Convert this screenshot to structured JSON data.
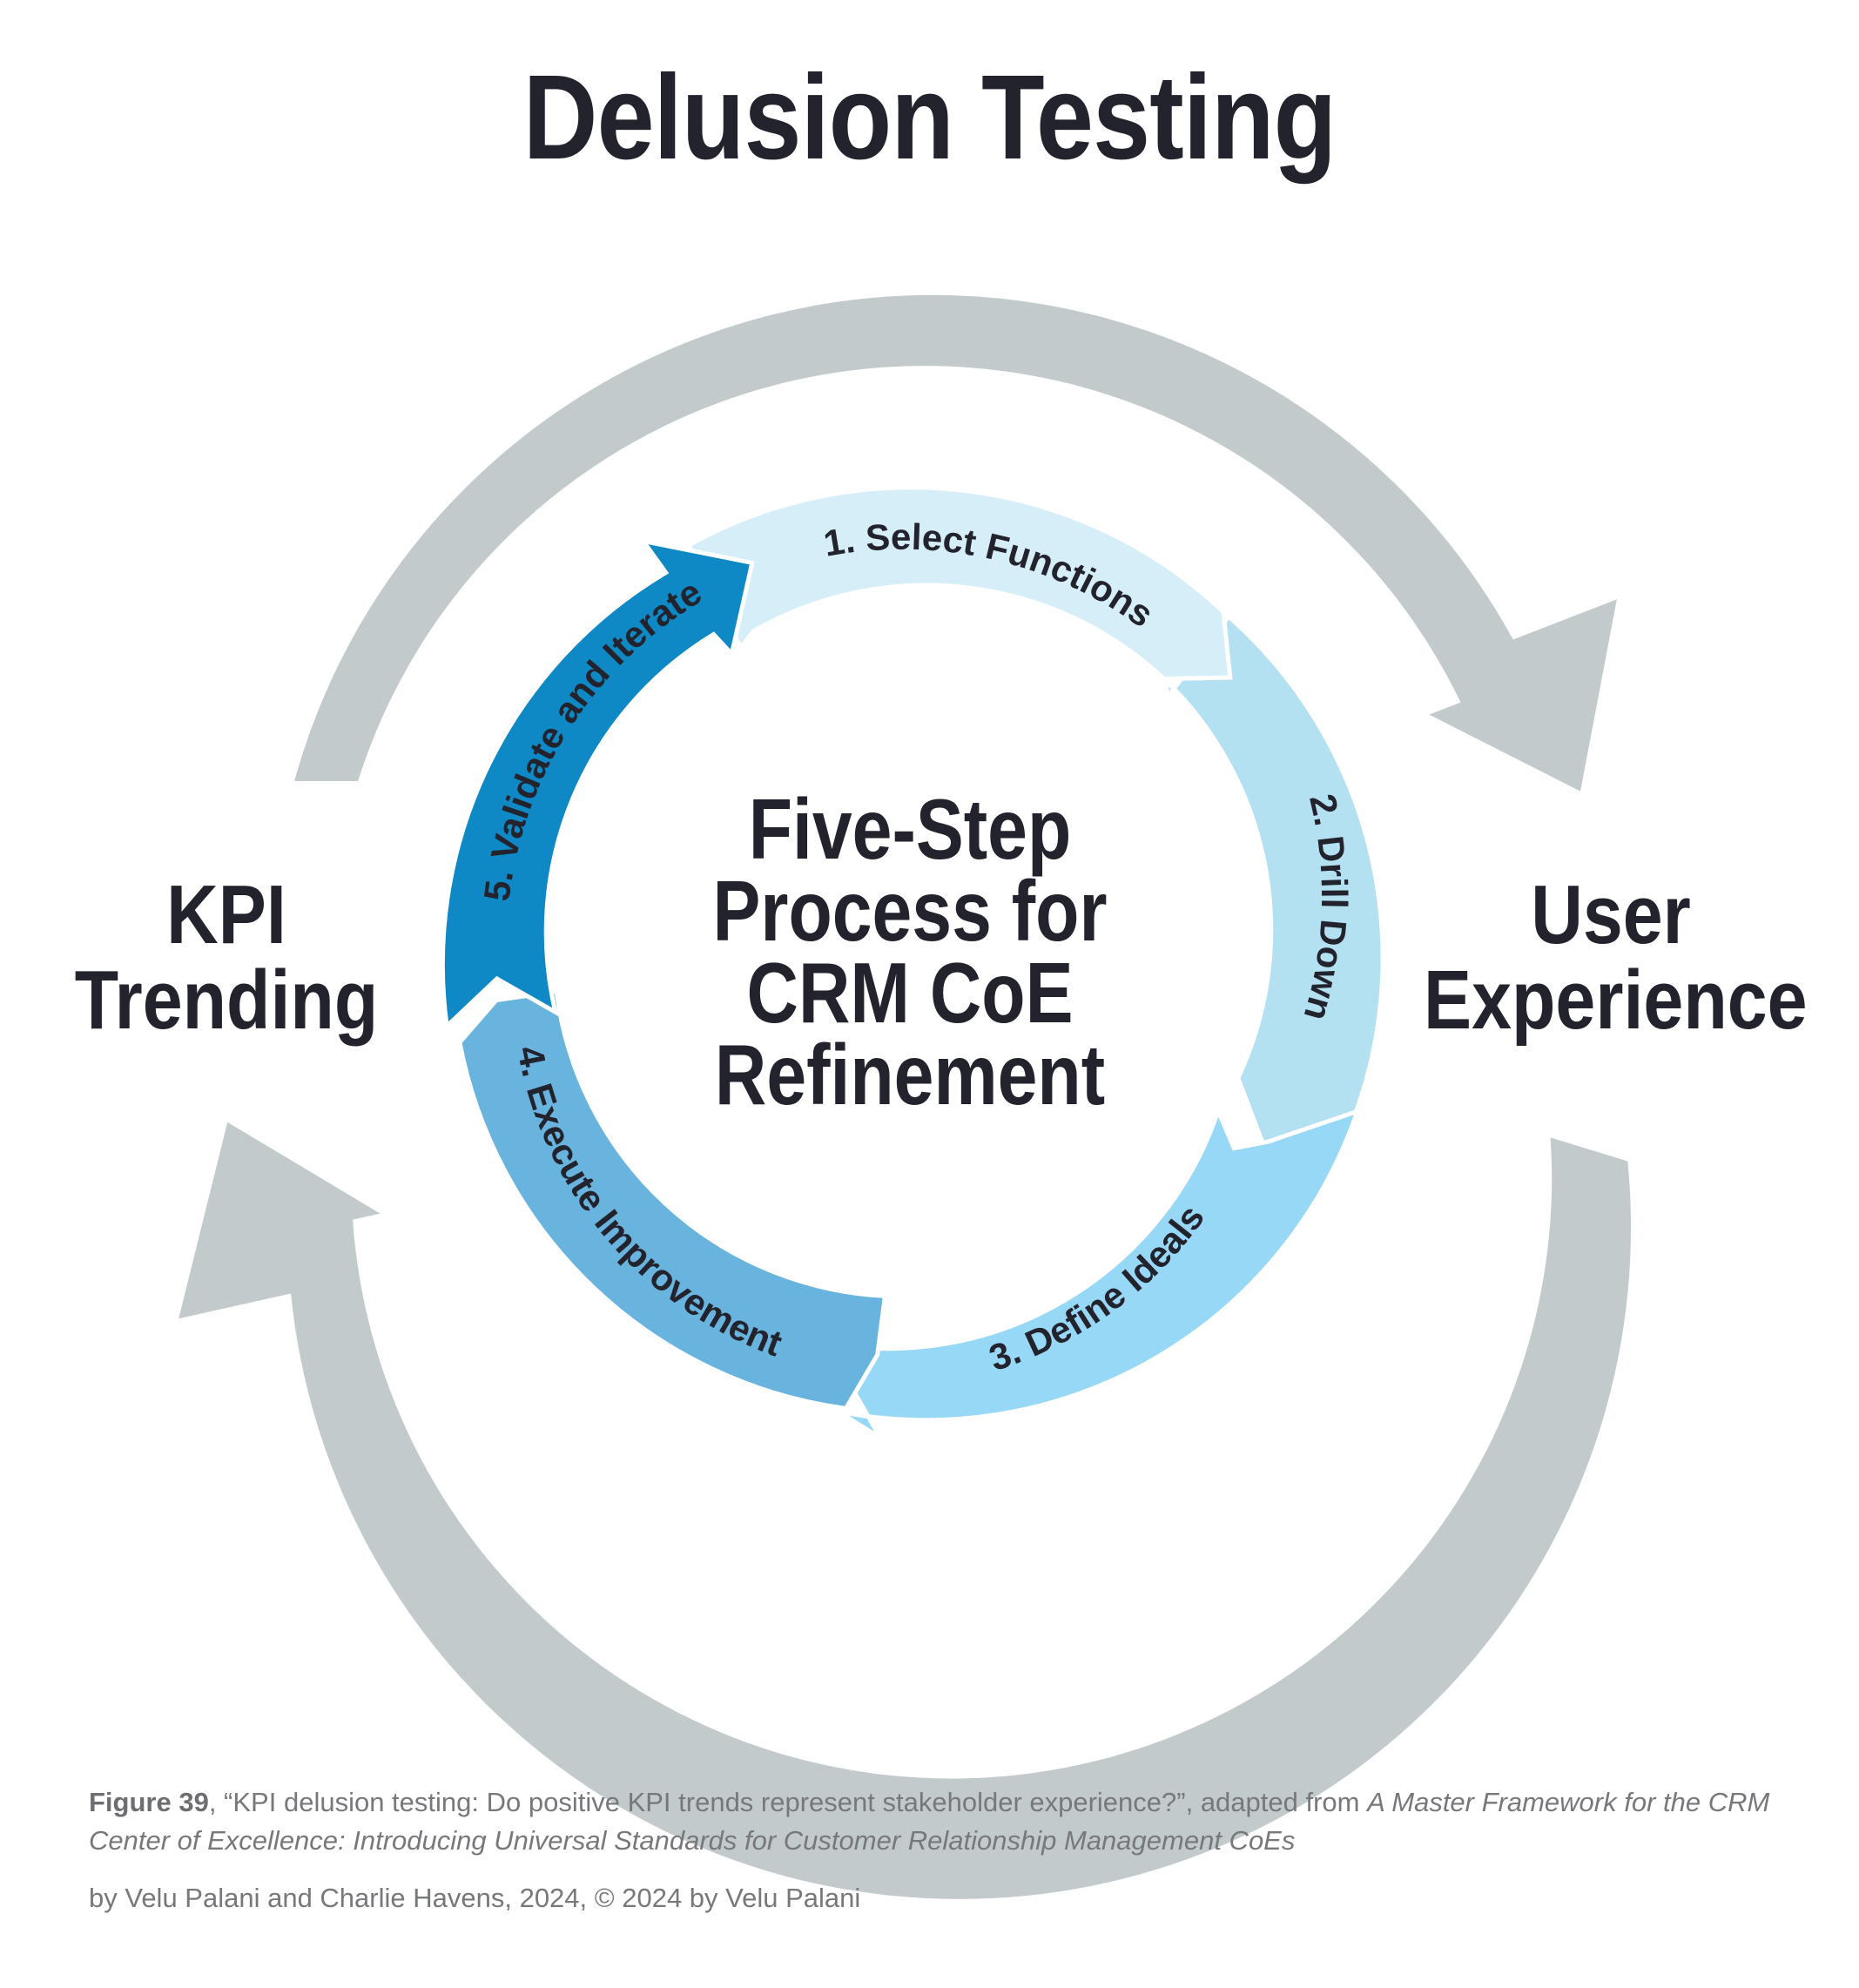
{
  "title": "Delusion Testing",
  "left_label": [
    "KPI",
    "Trending"
  ],
  "right_label": [
    "User",
    "Experience"
  ],
  "center_label": [
    "Five-Step",
    "Process for",
    "CRM CoE",
    "Refinement"
  ],
  "steps": [
    {
      "label": "1. Select Functions",
      "color": "#d6eef8"
    },
    {
      "label": "2. Drill Down",
      "color": "#b3e1f2"
    },
    {
      "label": "3. Define Ideals",
      "color": "#97d8f6"
    },
    {
      "label": "4. Execute Improvement",
      "color": "#69b4de"
    },
    {
      "label": "5. Validate and Iterate",
      "color": "#0f89c5"
    }
  ],
  "outer_arrow_color": "#c3cacc",
  "caption": {
    "figure_label": "Figure 39",
    "quote": ", “KPI delusion testing: Do positive KPI trends represent stakeholder experience?”, adapted from ",
    "book_title": "A Master Framework for the CRM Center of Excellence: Introducing Universal Standards for Customer Relationship Management CoEs",
    "credit": "by Velu Palani and Charlie Havens, 2024, © 2024 by Velu Palani"
  }
}
